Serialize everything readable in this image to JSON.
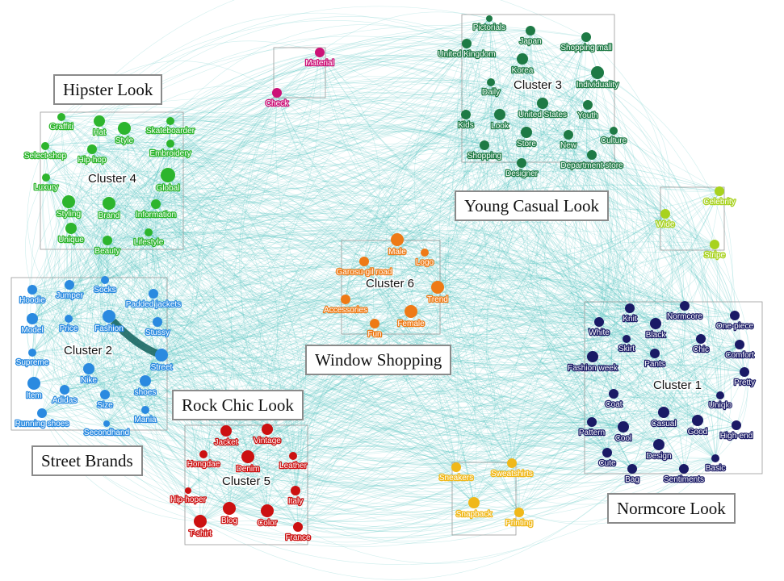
{
  "colors": {
    "edge": "#4fc3c0",
    "cluster1": "#1a1a66",
    "cluster2": "#2a8ae0",
    "cluster3": "#1e7a45",
    "cluster4": "#2db52d",
    "cluster5": "#cc1111",
    "cluster6": "#ee7a16",
    "yellow": "#f0b81a",
    "lime": "#a8d21e",
    "magenta": "#cc1177"
  },
  "clusters": [
    {
      "id": "cluster1",
      "title": "Cluster 1",
      "color": "cluster1",
      "nodes": [
        "Knit",
        "Normcore",
        "White",
        "Black",
        "One-piece",
        "Skirt",
        "Chic",
        "Comfort",
        "Fashion week",
        "Pants",
        "Pretty",
        "Coat",
        "Uniqlo",
        "Casual",
        "Pattern",
        "Good",
        "High-end",
        "Cool",
        "Design",
        "Cute",
        "Basic",
        "Bag",
        "Sentiments"
      ]
    },
    {
      "id": "cluster2",
      "title": "Cluster 2",
      "color": "cluster2",
      "nodes": [
        "Hoodie",
        "Jumper",
        "Socks",
        "Padded jackets",
        "Model",
        "Price",
        "Fashion",
        "Stussy",
        "Supreme",
        "Street",
        "Nike",
        "shoes",
        "Item",
        "Adidas",
        "Size",
        "Mania",
        "Running shoes",
        "Secondhand"
      ]
    },
    {
      "id": "cluster3",
      "title": "Cluster 3",
      "color": "cluster3",
      "nodes": [
        "Pictorials",
        "Japan",
        "Shopping mall",
        "United Kingdom",
        "Korea",
        "Individuality",
        "Daily",
        "Kids",
        "Look",
        "United States",
        "Youth",
        "Store",
        "New",
        "Culture",
        "Shopping",
        "Designer",
        "Department store"
      ]
    },
    {
      "id": "cluster4",
      "title": "Cluster 4",
      "color": "cluster4",
      "nodes": [
        "Graffiti",
        "Hat",
        "Style",
        "Skateboarder",
        "Select shop",
        "Hip-hop",
        "Embroidery",
        "Luxury",
        "Global",
        "Styling",
        "Brand",
        "Information",
        "Unique",
        "Lifestyle",
        "Beauty"
      ]
    },
    {
      "id": "cluster5",
      "title": "Cluster 5",
      "color": "cluster5",
      "nodes": [
        "Jacket",
        "Vintage",
        "Hongdae",
        "Denim",
        "Leather",
        "Hip-hoper",
        "Italy",
        "Blog",
        "Color",
        "T-shirt",
        "France"
      ]
    },
    {
      "id": "cluster6",
      "title": "Cluster 6",
      "color": "cluster6",
      "nodes": [
        "Male",
        "Logo",
        "Garosu-gil road",
        "Accessories",
        "Trend",
        "Female",
        "Fun"
      ]
    },
    {
      "id": "groupMaterial",
      "title": "",
      "color": "magenta",
      "nodes": [
        "Material",
        "Check"
      ]
    },
    {
      "id": "groupCelebrity",
      "title": "",
      "color": "lime",
      "nodes": [
        "Celebrity",
        "Wide",
        "Stripe"
      ]
    },
    {
      "id": "groupSneakers",
      "title": "",
      "color": "yellow",
      "nodes": [
        "Sneakers",
        "Sweatshirts",
        "Snapback",
        "Printing"
      ]
    }
  ],
  "looks": [
    {
      "key": "hipster",
      "label": "Hipster Look"
    },
    {
      "key": "young_casual",
      "label": "Young Casual Look"
    },
    {
      "key": "window_shopping",
      "label": "Window Shopping"
    },
    {
      "key": "rock_chic",
      "label": "Rock Chic Look"
    },
    {
      "key": "street_brands",
      "label": "Street Brands"
    },
    {
      "key": "normcore",
      "label": "Normcore Look"
    }
  ]
}
